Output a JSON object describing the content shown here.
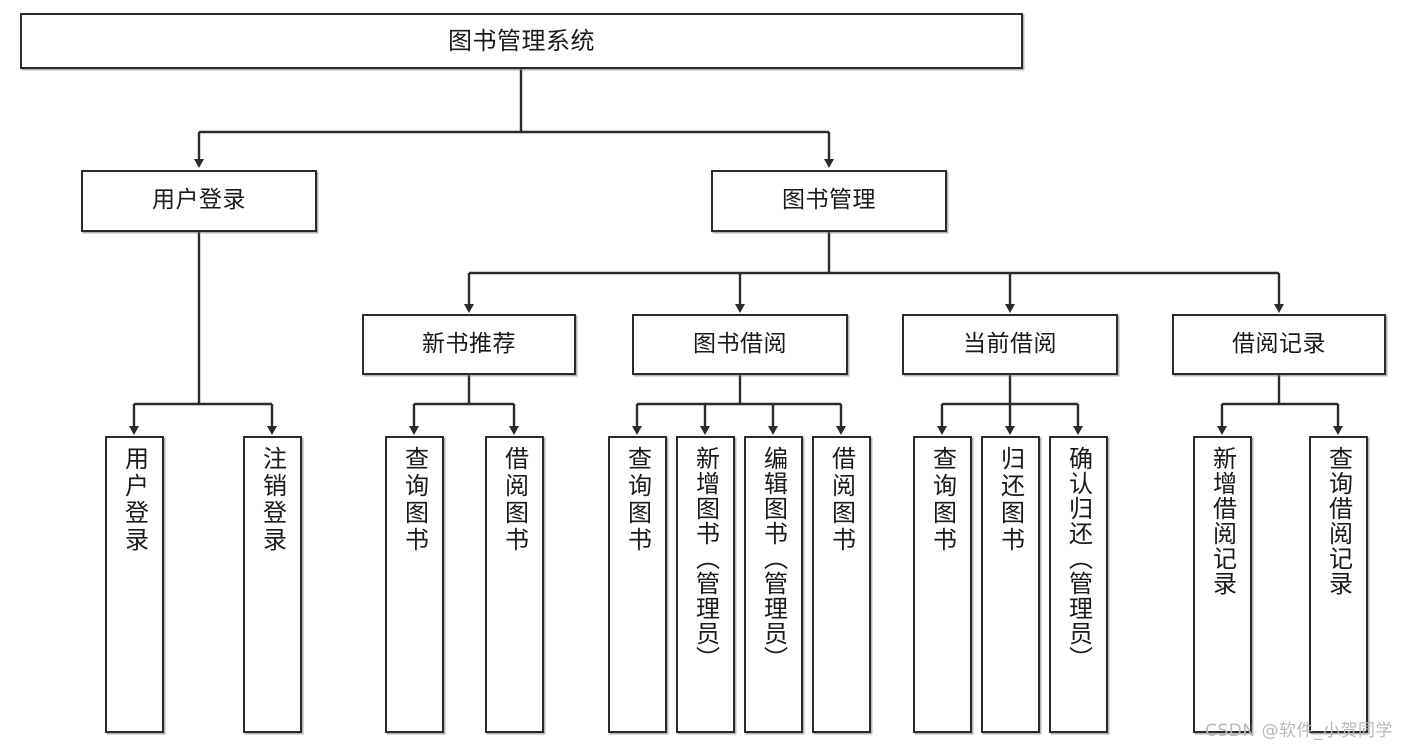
{
  "diagram": {
    "title": "图书管理系统",
    "type": "tree-hierarchy",
    "root": {
      "label": "图书管理系统"
    },
    "level2": [
      {
        "label": "用户登录"
      },
      {
        "label": "图书管理"
      }
    ],
    "level3": [
      {
        "label": "新书推荐"
      },
      {
        "label": "图书借阅"
      },
      {
        "label": "当前借阅"
      },
      {
        "label": "借阅记录"
      }
    ],
    "leaves": {
      "user_login": [
        {
          "label": "用户登录"
        },
        {
          "label": "注销登录"
        }
      ],
      "new_book_recommend": [
        {
          "label": "查询图书"
        },
        {
          "label": "借阅图书"
        }
      ],
      "book_borrow": [
        {
          "label": "查询图书"
        },
        {
          "label": "新增图书（管理员）"
        },
        {
          "label": "编辑图书（管理员）"
        },
        {
          "label": "借阅图书"
        }
      ],
      "current_borrow": [
        {
          "label": "查询图书"
        },
        {
          "label": "归还图书"
        },
        {
          "label": "确认归还（管理员）"
        }
      ],
      "borrow_record": [
        {
          "label": "新增借阅记录"
        },
        {
          "label": "查询借阅记录"
        }
      ]
    }
  },
  "watermark": {
    "text": "CSDN @软件_小贺同学"
  },
  "colors": {
    "box_border": "#2b2b2b",
    "box_fill": "#ffffff",
    "connector": "#2b2b2b",
    "text": "#1a1a1a",
    "watermark": "#b9b9b9",
    "background": "#ffffff"
  }
}
